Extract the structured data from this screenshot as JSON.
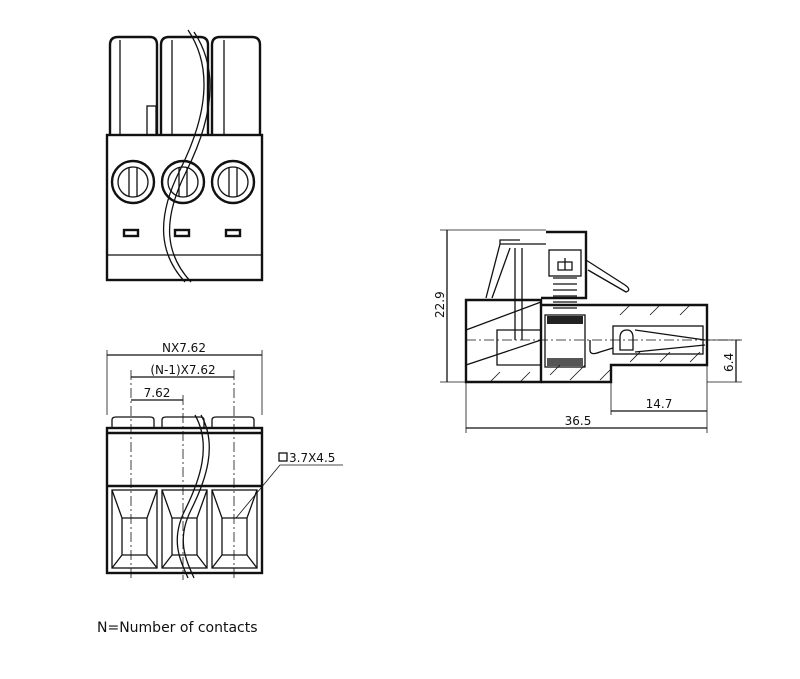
{
  "dimensions": {
    "overall_width": "NX7.62",
    "pitch_span": "(N-1)X7.62",
    "pitch": "7.62",
    "wire_opening": "3.7X4.5",
    "height": "22.9",
    "depth": "36.5",
    "pin_length": "14.7",
    "pin_height": "6.4"
  },
  "note": "N=Number of contacts"
}
